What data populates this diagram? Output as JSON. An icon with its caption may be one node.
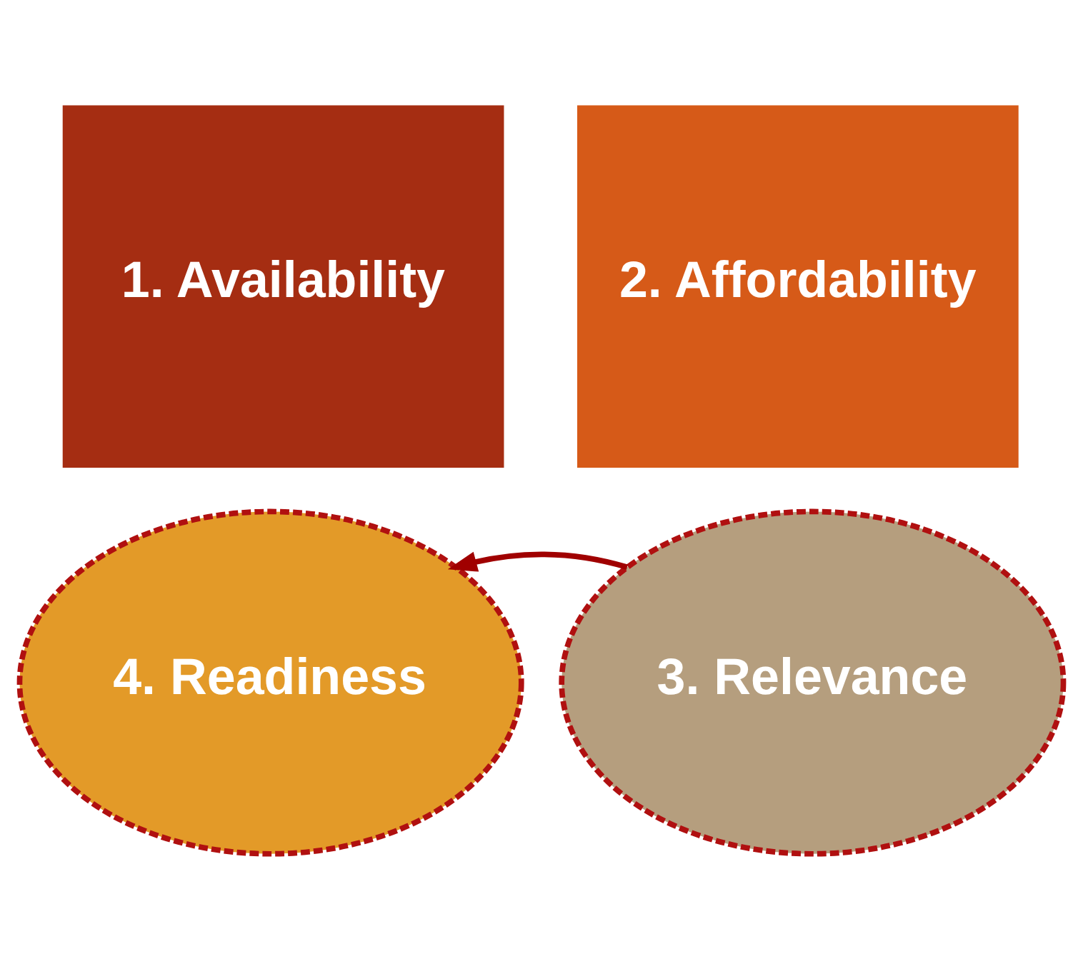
{
  "diagram": {
    "nodes": [
      {
        "text": [
          "1. Availability"
        ]
      },
      {
        "text": [
          "2. Affordability"
        ]
      },
      {
        "text": [
          "4. Readiness"
        ]
      },
      {
        "text": [
          "3. Relevance"
        ]
      }
    ],
    "edges": [
      {
        "from": 3,
        "to": 2,
        "arrow": "to"
      }
    ]
  }
}
